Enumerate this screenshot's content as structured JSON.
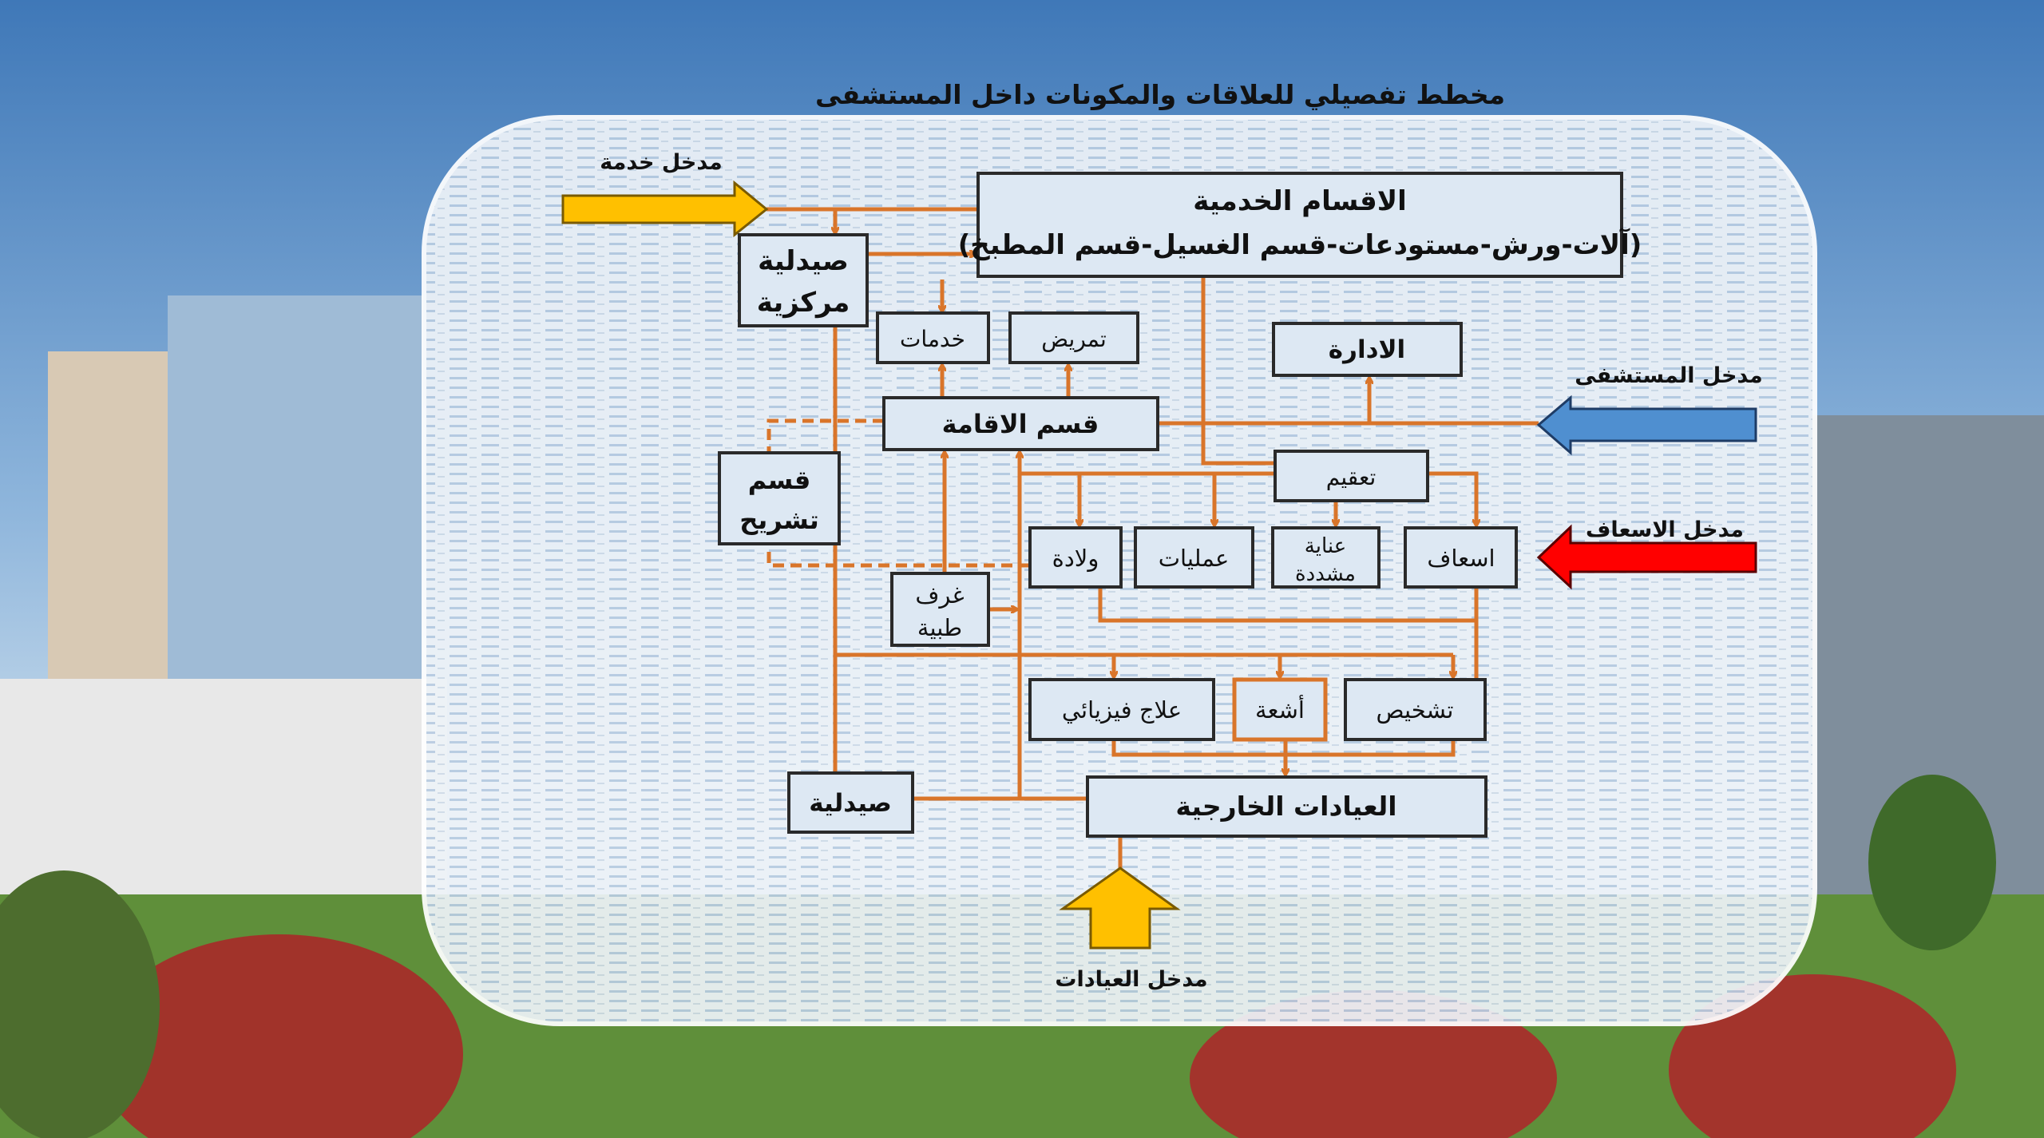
{
  "title": "مخطط تفصيلي للعلاقات والمكونات داخل المستشفى",
  "entrances": {
    "service": "مدخل خدمة",
    "hospital": "مدخل المستشفى",
    "emergency": "مدخل الاسعاف",
    "clinics": "مدخل العيادات"
  },
  "departments": {
    "services_title": "الاقسام الخدمية",
    "services_sub": "(آلات-ورش-مستودعات-قسم الغسيل-قسم المطبخ)",
    "central_pharmacy_1": "صيدلية",
    "central_pharmacy_2": "مركزية",
    "services": "خدمات",
    "nursing": "تمريض",
    "administration": "الادارة",
    "inpatient": "قسم الاقامة",
    "anatomy_1": "قسم",
    "anatomy_2": "تشريح",
    "sterilization": "تعقيم",
    "maternity": "ولادة",
    "operations": "عمليات",
    "icu_1": "عناية",
    "icu_2": "مشددة",
    "emergency": "اسعاف",
    "medical_rooms_1": "غرف",
    "medical_rooms_2": "طبية",
    "physiotherapy": "علاج فيزيائي",
    "radiology": "أشعة",
    "diagnosis": "تشخيص",
    "pharmacy": "صيدلية",
    "outpatient": "العيادات الخارجية"
  },
  "colors": {
    "connector": "#d9752a",
    "service_arrow": "#ffc000",
    "hospital_arrow": "#4f8fd0",
    "emergency_arrow": "#ff0000",
    "box_fill": "#dde8f3"
  }
}
